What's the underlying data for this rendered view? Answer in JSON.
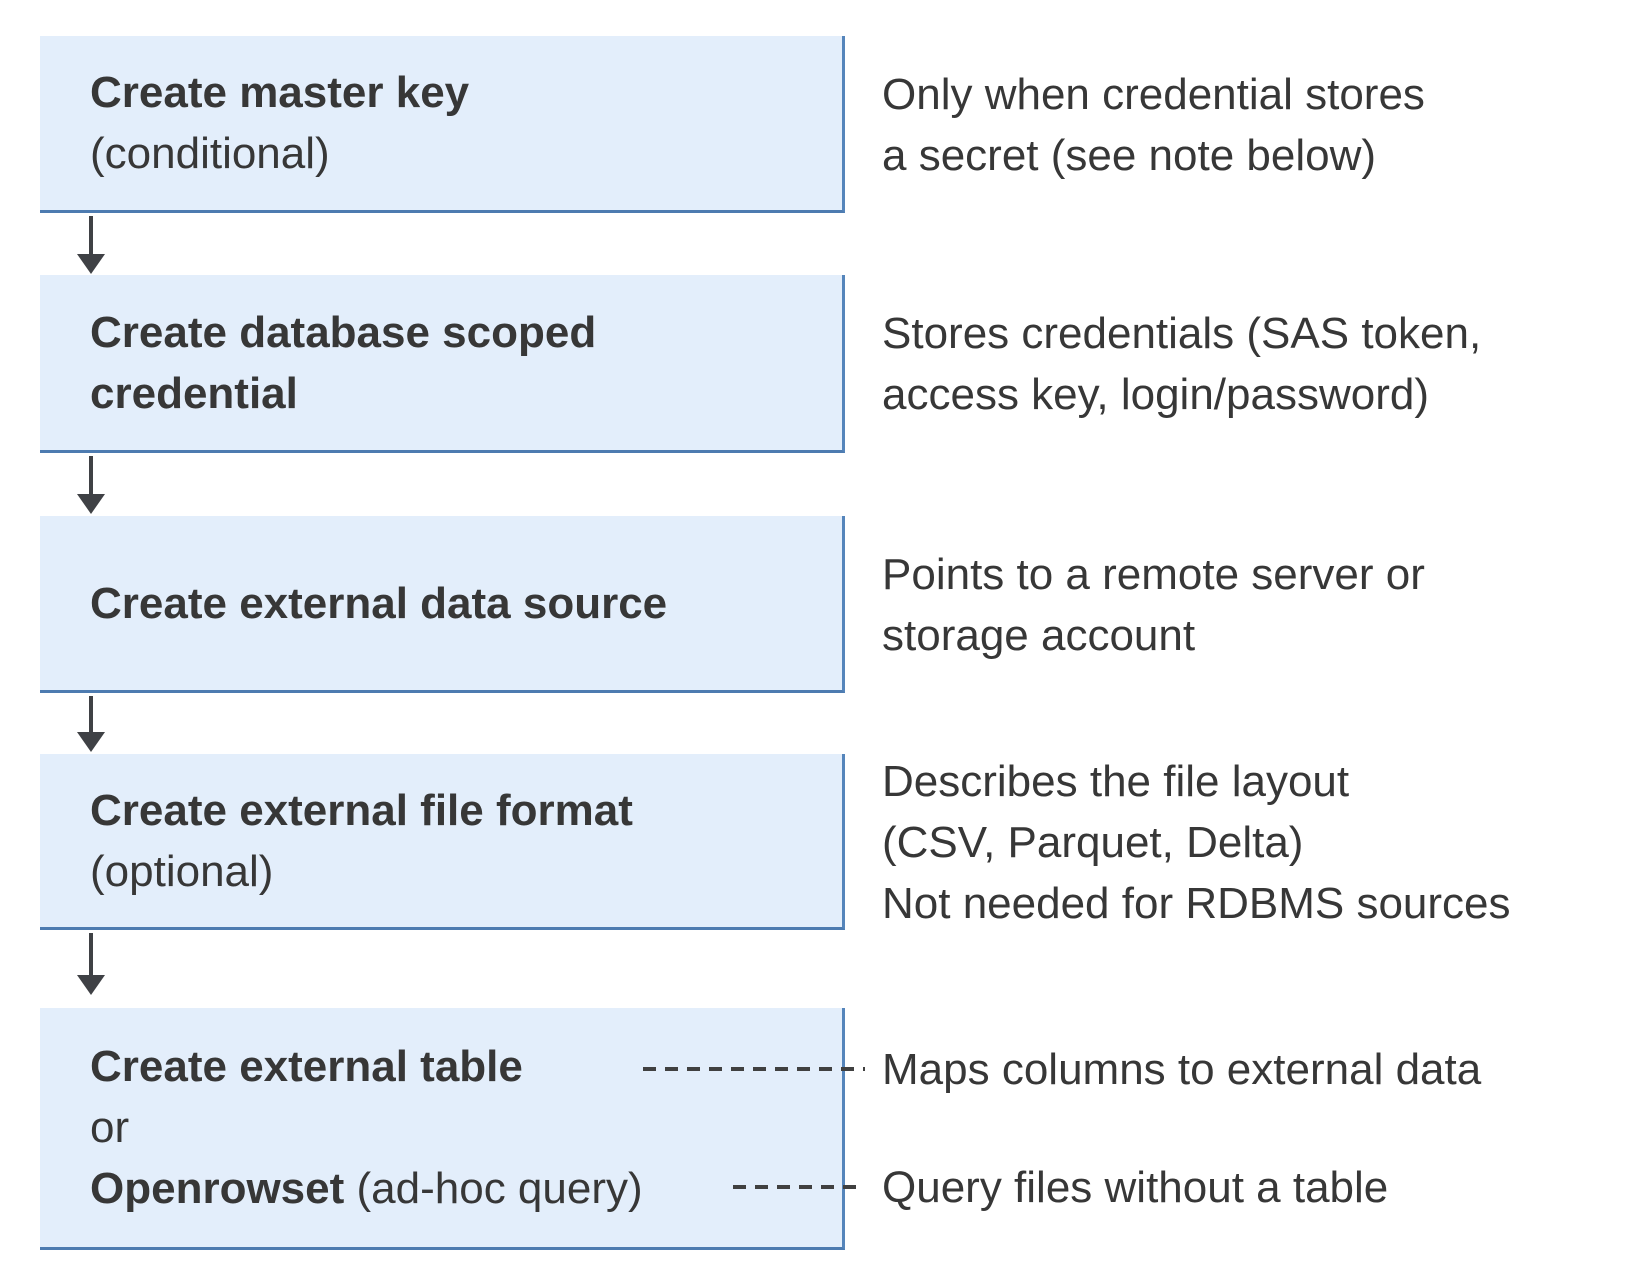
{
  "colors": {
    "box_fill": "#e3eefb",
    "box_border_bottom": "#4d7bb0",
    "box_border_right": "#5585bb",
    "text": "#373737",
    "arrow": "#3f4145",
    "connector": "#404040",
    "background": "#ffffff"
  },
  "flow": {
    "boxes": [
      {
        "name": "create-master-key",
        "lines": [
          {
            "segments": [
              {
                "text": "Create master key",
                "bold": true
              }
            ]
          },
          {
            "segments": [
              {
                "text": "(conditional)",
                "bold": false
              }
            ]
          }
        ]
      },
      {
        "name": "create-database-scoped-credential",
        "lines": [
          {
            "segments": [
              {
                "text": "Create database scoped",
                "bold": true
              }
            ]
          },
          {
            "segments": [
              {
                "text": "credential",
                "bold": true
              }
            ]
          }
        ]
      },
      {
        "name": "create-external-data-source",
        "lines": [
          {
            "segments": [
              {
                "text": "Create external data source",
                "bold": true
              }
            ]
          }
        ]
      },
      {
        "name": "create-external-file-format",
        "lines": [
          {
            "segments": [
              {
                "text": "Create external file format",
                "bold": true
              }
            ]
          },
          {
            "segments": [
              {
                "text": "(optional)",
                "bold": false
              }
            ]
          }
        ]
      },
      {
        "name": "create-external-table-or-openrowset",
        "lines": [
          {
            "segments": [
              {
                "text": "Create external table",
                "bold": true
              }
            ]
          },
          {
            "segments": [
              {
                "text": "or",
                "bold": false
              }
            ]
          },
          {
            "segments": [
              {
                "text": "Openrowset",
                "bold": true
              },
              {
                "text": " (ad-hoc query)",
                "bold": false
              }
            ]
          }
        ]
      }
    ],
    "notes": [
      {
        "lines": [
          "Only when credential stores",
          "a secret (see note below)"
        ]
      },
      {
        "lines": [
          "Stores credentials (SAS token,",
          "access key, login/password)"
        ]
      },
      {
        "lines": [
          "Points to a remote server or",
          "storage account"
        ]
      },
      {
        "lines": [
          "Describes the file layout",
          "(CSV, Parquet, Delta)",
          "Not needed for RDBMS sources"
        ]
      },
      {
        "lines": [
          "Maps columns to external data"
        ]
      },
      {
        "lines": [
          "Query files without a table"
        ]
      }
    ]
  }
}
